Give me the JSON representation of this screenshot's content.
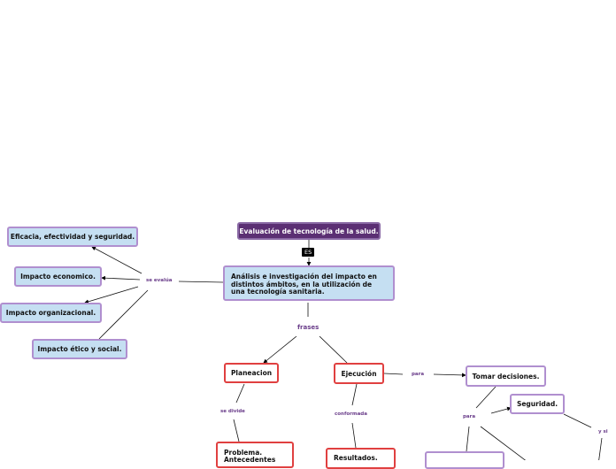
{
  "colors": {
    "title_bg": "#5b2f73",
    "blue_fill": "#c5dff2",
    "purple_border": "#b08fcf",
    "red_border": "#e04040",
    "label": "#6a3d8a"
  },
  "nodes": {
    "title": "Evaluación de tecnología de la salud.",
    "definition": "Análisis e investigación del impacto en distintos ámbitos, en la utilización de una tecnología sanitaria.",
    "eficacia": "Eficacia, efectividad y seguridad.",
    "impacto_economico": "Impacto economico.",
    "impacto_organizacional": "Impacto organizacional.",
    "impacto_etico": "Impacto ético y social.",
    "planeacion": "Planeacion",
    "ejecucion": "Ejecución",
    "tomar_decisiones": "Tomar decisiones.",
    "seguridad": "Seguridad.",
    "problema": "Problema.\nAntecedentes",
    "resultados": "Resultados."
  },
  "labels": {
    "es": "ES",
    "se_evalua": "se evalúa",
    "frases": "frases",
    "para1": "para",
    "para2": "para",
    "se_divide": "se divide",
    "conformada": "conformada",
    "y_si": "y si"
  }
}
